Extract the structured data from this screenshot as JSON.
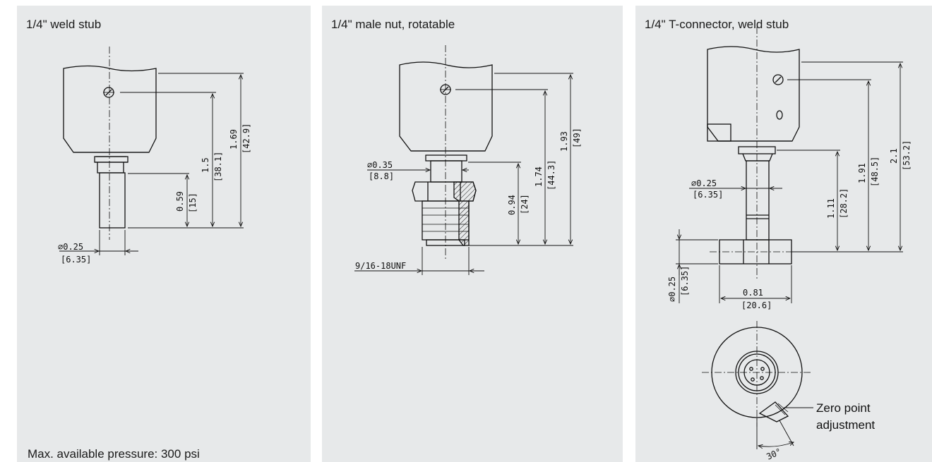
{
  "panels": [
    {
      "title": "1/4\" weld stub",
      "note": "Max. available pressure: 300 psi",
      "dims": {
        "dia_in": "⌀0.25",
        "dia_mm": "[6.35]",
        "h1_in": "0.59",
        "h1_mm": "[15]",
        "h2_in": "1.5",
        "h2_mm": "[38.1]",
        "h3_in": "1.69",
        "h3_mm": "[42.9]"
      }
    },
    {
      "title": "1/4\" male nut, rotatable",
      "dims": {
        "dia_in": "⌀0.35",
        "dia_mm": "[8.8]",
        "thread": "9/16-18UNF",
        "h1_in": "0.94",
        "h1_mm": "[24]",
        "h2_in": "1.74",
        "h2_mm": "[44.3]",
        "h3_in": "1.93",
        "h3_mm": "[49]"
      }
    },
    {
      "title": "1/4\" T-connector, weld stub",
      "dims": {
        "dia_in": "⌀0.25",
        "dia_mm": "[6.35]",
        "dia2_in": "⌀0.25",
        "dia2_mm": "[6.35]",
        "w_in": "0.81",
        "w_mm": "[20.6]",
        "h1_in": "1.11",
        "h1_mm": "[28.2]",
        "h2_in": "1.91",
        "h2_mm": "[48.5]",
        "h3_in": "2.1",
        "h3_mm": "[53.2]",
        "angle": "30°",
        "callout_line1": "Zero point",
        "callout_line2": "adjustment"
      }
    }
  ]
}
